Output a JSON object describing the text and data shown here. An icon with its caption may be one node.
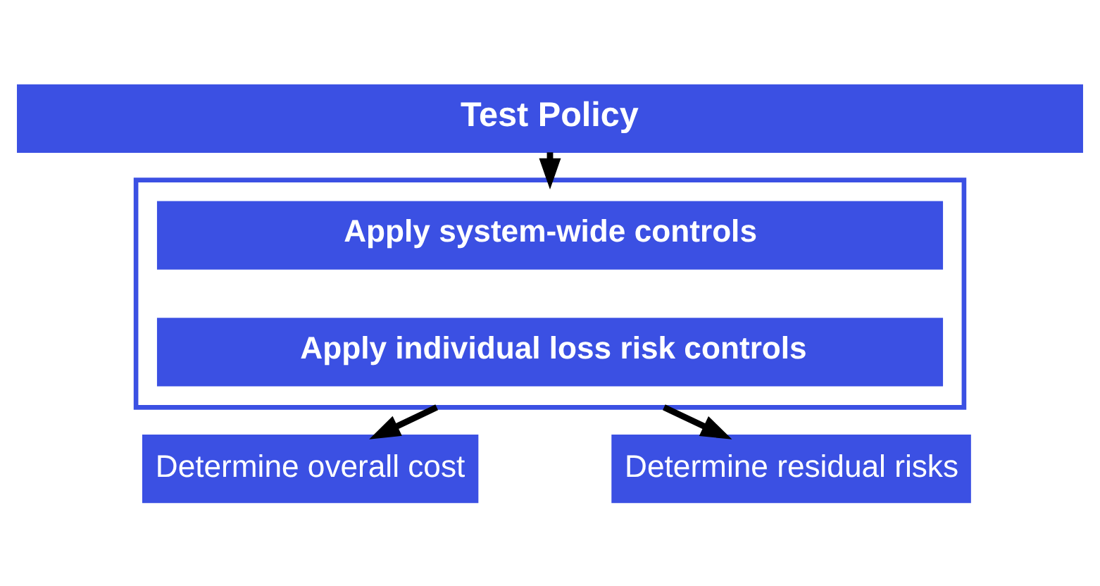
{
  "diagram": {
    "nodes": [
      {
        "text": [
          "Test Policy"
        ]
      },
      {
        "text": [],
        "shape": "box"
      },
      {
        "text": [
          "Apply system-wide controls"
        ],
        "in": 1
      },
      {
        "text": [
          "Apply individual loss risk controls"
        ],
        "in": 1
      },
      {
        "text": [
          "Determine overall cost"
        ]
      },
      {
        "text": [
          "Determine residual risks"
        ]
      }
    ],
    "edges": [
      {
        "from": 0,
        "to": 1,
        "arrow": "to"
      },
      {
        "from": 1,
        "to": 4,
        "arrow": "to"
      },
      {
        "from": 1,
        "to": 5,
        "arrow": "to"
      }
    ]
  }
}
